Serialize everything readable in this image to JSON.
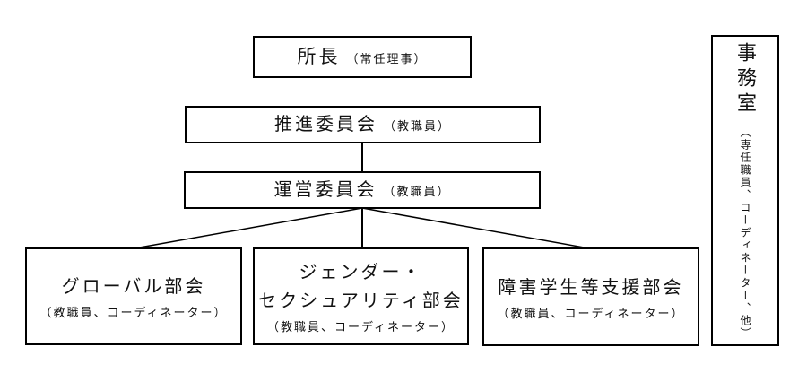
{
  "org": {
    "director": {
      "title": "所長",
      "note": "（常任理事）"
    },
    "promotion_committee": {
      "title": "推進委員会",
      "note": "（教職員）"
    },
    "steering_committee": {
      "title": "運営委員会",
      "note": "（教職員）"
    },
    "subcommittees": [
      {
        "title": "グローバル部会",
        "note": "（教職員、コーディネーター）"
      },
      {
        "title": "ジェンダー・\nセクシュアリティ部会",
        "note": "（教職員、コーディネーター）"
      },
      {
        "title": "障害学生等支援部会",
        "note": "（教職員、コーディネーター）"
      }
    ],
    "office": {
      "title": "事務室",
      "note": "（専任職員、コーディネーター、他）"
    }
  },
  "colors": {
    "border": "#000000",
    "background": "#ffffff",
    "text": "#111111"
  }
}
